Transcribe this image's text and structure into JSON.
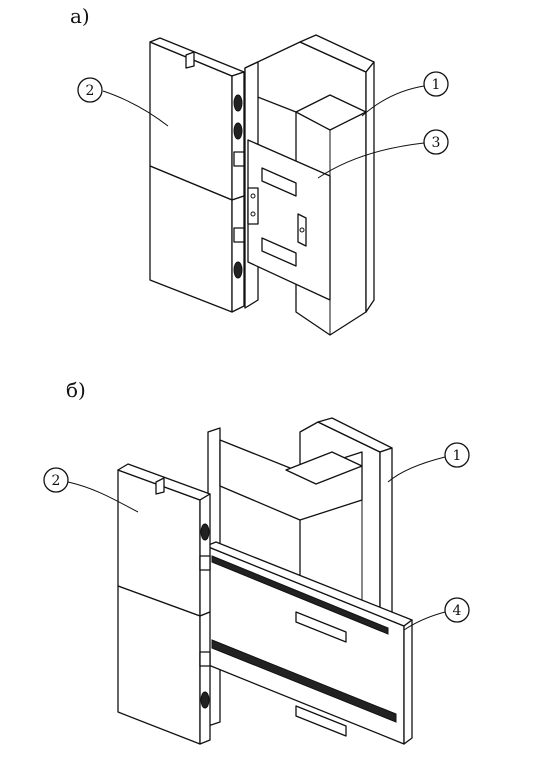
{
  "labels": {
    "part_a": "а)",
    "part_b": "б)"
  },
  "callouts": {
    "a": [
      {
        "id": "callout-a-1",
        "number": "1"
      },
      {
        "id": "callout-a-2",
        "number": "2"
      },
      {
        "id": "callout-a-3",
        "number": "3"
      }
    ],
    "b": [
      {
        "id": "callout-b-1",
        "number": "1"
      },
      {
        "id": "callout-b-2",
        "number": "2"
      },
      {
        "id": "callout-b-4",
        "number": "4"
      }
    ]
  }
}
